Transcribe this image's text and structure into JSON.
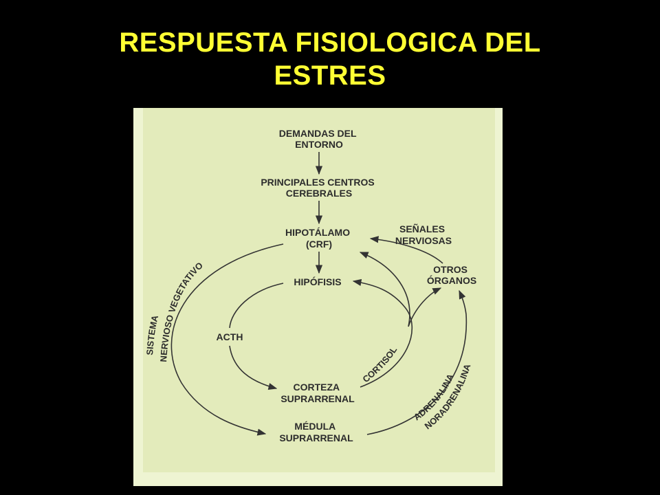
{
  "slide": {
    "title_line1": "RESPUESTA FISIOLOGICA DEL",
    "title_line2": "ESTRES",
    "title_color": "#ffff33",
    "background_color": "#000000"
  },
  "diagram": {
    "panel_color": "#e3ebbb",
    "nodes": {
      "demandas": [
        "DEMANDAS DEL",
        "ENTORNO"
      ],
      "centros": [
        "PRINCIPALES CENTROS",
        "CEREBRALES"
      ],
      "hipotalamo": [
        "HIPOTÁLAMO",
        "(CRF)"
      ],
      "hipofisis": [
        "HIPÓFISIS"
      ],
      "acth": [
        "ACTH"
      ],
      "corteza": [
        "CORTEZA",
        "SUPRARRENAL"
      ],
      "medula": [
        "MÉDULA",
        "SUPRARRENAL"
      ],
      "otros": [
        "OTROS",
        "ÓRGANOS"
      ],
      "senales": [
        "SEÑALES",
        "NERVIOSAS"
      ]
    },
    "curved_labels": {
      "sistema": "SISTEMA",
      "nervioso_vegetativo": "NERVIOSO VEGETATIVO",
      "cortisol": "CORTISOL",
      "adrenalina": "ADRENALINA",
      "noradrenalina": "NORADRENALINA"
    }
  }
}
